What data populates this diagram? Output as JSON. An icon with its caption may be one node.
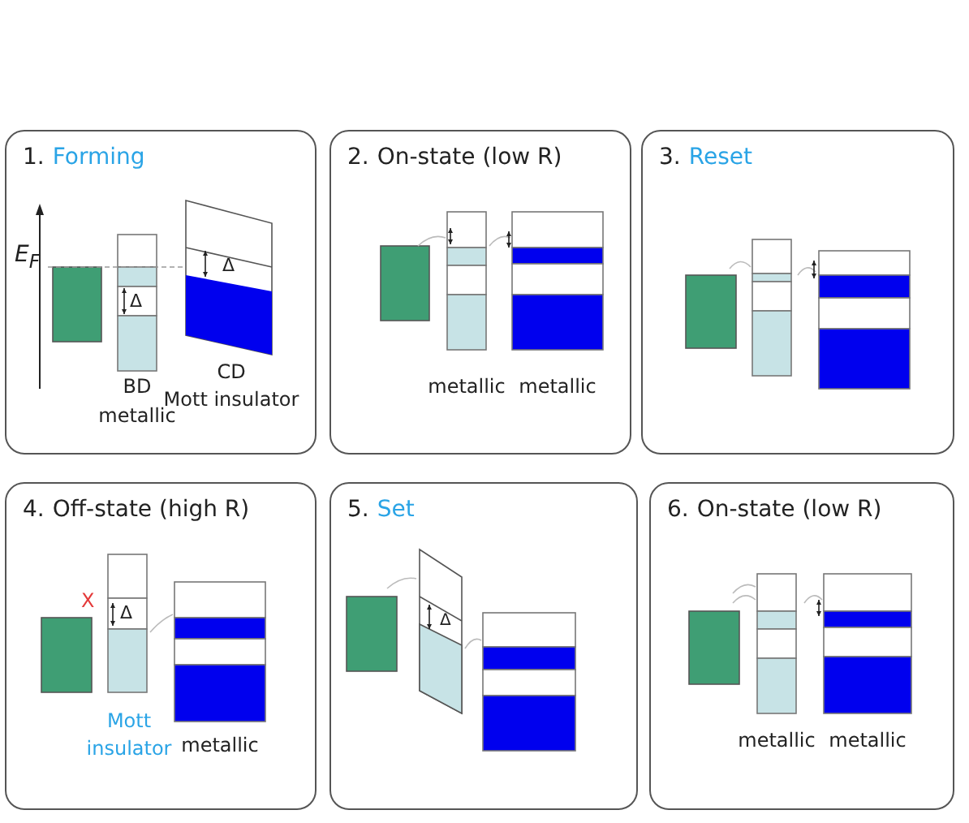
{
  "diagram": {
    "nodes": [
      {
        "text": [
          "1.",
          "Forming",
          "BD",
          "metallic",
          "CD",
          "Mott insulator"
        ]
      },
      {
        "text": [
          "2.",
          "On-state (low R)",
          "metallic",
          "metallic"
        ]
      },
      {
        "text": [
          "3.",
          "Reset"
        ]
      },
      {
        "text": [
          "4.",
          "Off-state (high R)",
          "Mott",
          "insulator",
          "metallic"
        ]
      },
      {
        "text": [
          "5.",
          "Set"
        ]
      },
      {
        "text": [
          "6.",
          "On-state (low R)",
          "metallic",
          "metallic"
        ]
      }
    ],
    "edges": [],
    "labels": [
      "E$_{F}$",
      "Δ",
      "Δ",
      "X",
      "Δ",
      "Δ"
    ]
  }
}
